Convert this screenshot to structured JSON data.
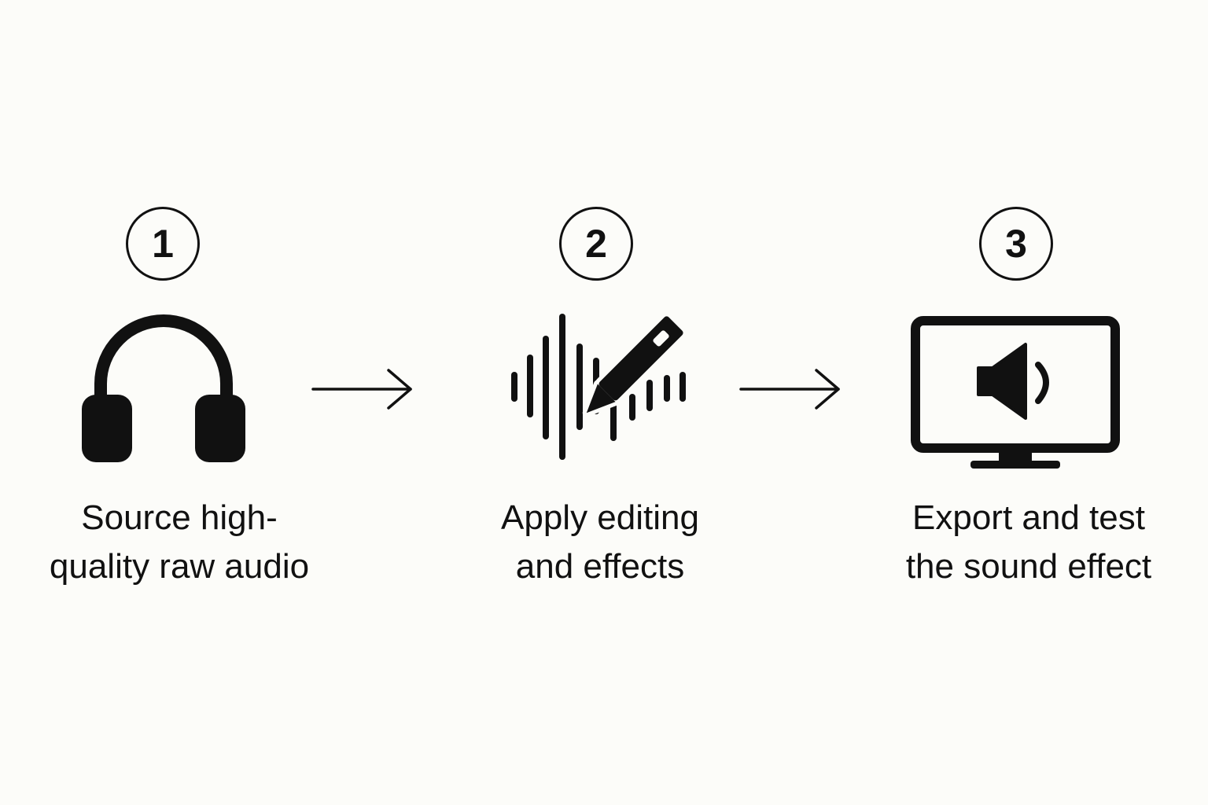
{
  "colors": {
    "background": "#fcfcf9",
    "ink": "#111111"
  },
  "steps": [
    {
      "number": "1",
      "icon": "headphones-icon",
      "label_lines": [
        "Source high-",
        "quality raw audio"
      ]
    },
    {
      "number": "2",
      "icon": "waveform-edit-icon",
      "label_lines": [
        "Apply editing",
        "and effects"
      ]
    },
    {
      "number": "3",
      "icon": "monitor-speaker-icon",
      "label_lines": [
        "Export and test",
        "the sound effect"
      ]
    }
  ],
  "connectors": [
    {
      "from": "1",
      "to": "2",
      "icon": "arrow-right-icon"
    },
    {
      "from": "2",
      "to": "3",
      "icon": "arrow-right-icon"
    }
  ]
}
